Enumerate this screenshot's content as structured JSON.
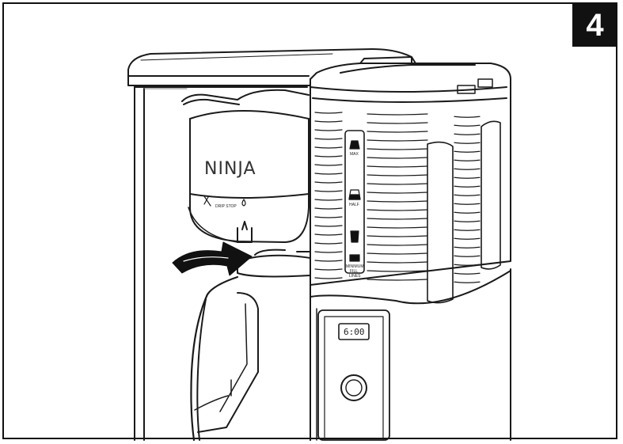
{
  "step_number": "4",
  "brand_text": "NINJA",
  "drip_stop_label": "DRIP STOP",
  "reservoir_labels": {
    "max": "MAX",
    "half": "HALF",
    "minimum_fill_lines": [
      "MINIMUM",
      "FILL",
      "LINES"
    ]
  },
  "clock_display": "6:00"
}
